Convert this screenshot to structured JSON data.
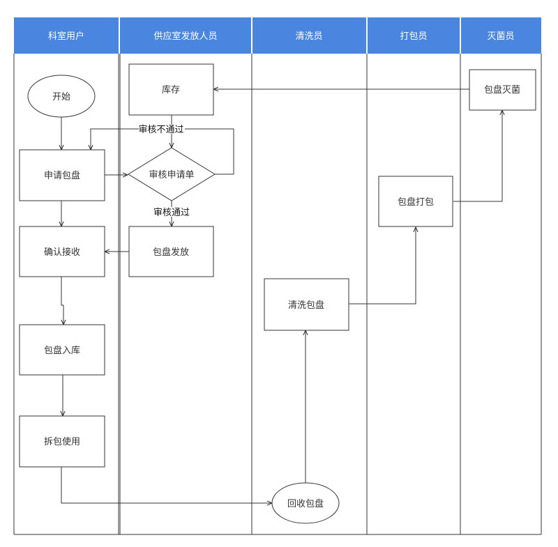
{
  "colors": {
    "header": "#4a86e0",
    "header_text": "#ffffff",
    "stroke": "#333333"
  },
  "lanes": [
    {
      "title": "科室用户"
    },
    {
      "title": "供应室发放人员"
    },
    {
      "title": "清洗员"
    },
    {
      "title": "打包员"
    },
    {
      "title": "灭菌员"
    }
  ],
  "nodes": {
    "start": "开始",
    "apply_tray": "申请包盘",
    "confirm_receive": "确认接收",
    "tray_store": "包盘入库",
    "unpack_use": "拆包使用",
    "inventory": "库存",
    "review_form": "审核申请单",
    "tray_dispatch": "包盘发放",
    "clean_tray": "清洗包盘",
    "recycle_tray": "回收包盘",
    "pack_tray": "包盘打包",
    "sterilize_tray": "包盘灭菌"
  },
  "edges": {
    "review_fail": "审核不通过",
    "review_pass": "审核通过"
  }
}
